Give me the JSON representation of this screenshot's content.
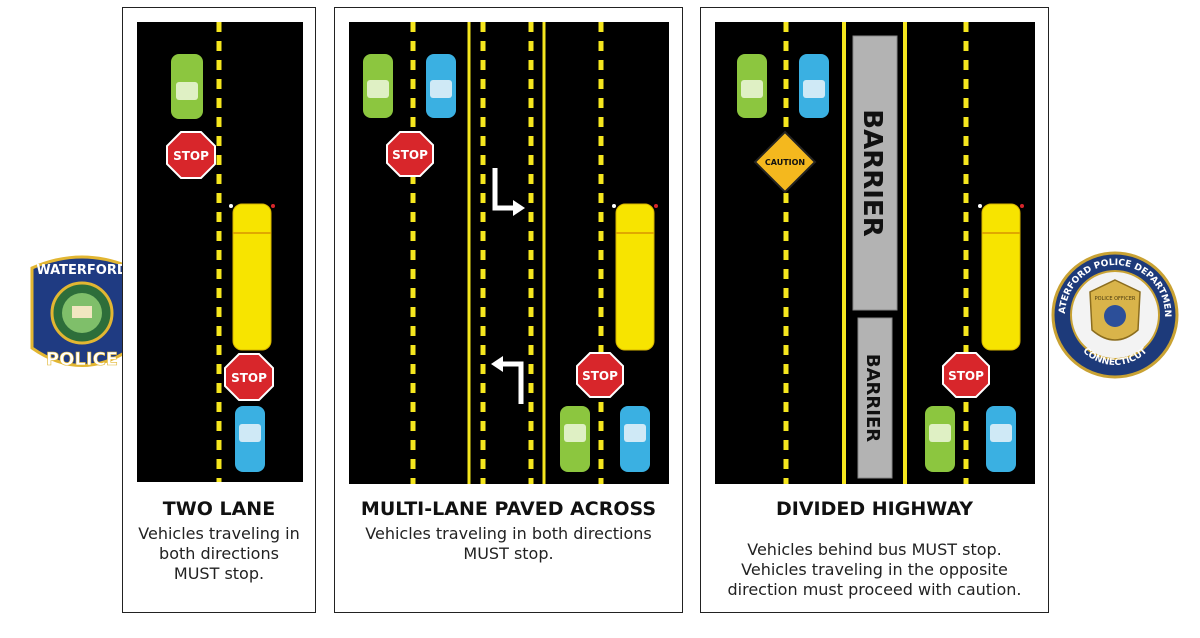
{
  "badges": {
    "left_top": "WATERFORD",
    "left_bottom": "POLICE",
    "right_ring_top": "WATERFORD POLICE DEPARTMENT",
    "right_ring_bottom": "CONNECTICUT",
    "right_shield": "POLICE OFFICER"
  },
  "panels": [
    {
      "title": "TWO LANE",
      "description": [
        "Vehicles traveling in",
        "both directions",
        "MUST stop."
      ],
      "signs": [
        "STOP",
        "STOP"
      ]
    },
    {
      "title": "MULTI-LANE PAVED ACROSS",
      "description": [
        "Vehicles traveling in both directions",
        "MUST stop."
      ],
      "signs": [
        "STOP",
        "STOP"
      ]
    },
    {
      "title": "DIVIDED HIGHWAY",
      "description": [
        "Vehicles behind bus MUST stop.",
        "Vehicles traveling in the opposite",
        "direction must proceed with caution."
      ],
      "signs": [
        "CAUTION",
        "STOP"
      ],
      "barriers": [
        "BARRIER",
        "BARRIER"
      ]
    }
  ],
  "colors": {
    "road": "#000000",
    "lane_line": "#f5e61e",
    "bus": "#f7e400",
    "stop_sign": "#d8262b",
    "caution_sign": "#f4b81e",
    "car_green": "#8cc63f",
    "car_blue": "#3ab0e2",
    "barrier": "#b3b3b3"
  }
}
